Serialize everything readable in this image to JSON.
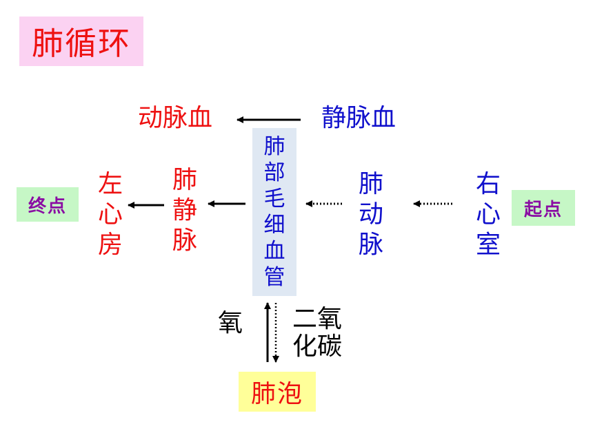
{
  "title": "肺循环",
  "top_row": {
    "left_label": "动脉血",
    "right_label": "静脉血"
  },
  "chain": {
    "end_badge": "终点",
    "left_atrium": [
      "左",
      "心",
      "房"
    ],
    "pulmonary_vein": [
      "肺",
      "静",
      "脉"
    ],
    "capillary": [
      "肺",
      "部",
      "毛",
      "细",
      "血",
      "管"
    ],
    "pulmonary_artery": [
      "肺",
      "动",
      "脉"
    ],
    "right_ventricle": [
      "右",
      "心",
      "室"
    ],
    "start_badge": "起点"
  },
  "exchange": {
    "oxygen_label": "氧",
    "co2_label_line1": "二氧",
    "co2_label_line2": "化碳",
    "alveolus": "肺泡"
  },
  "colors": {
    "title_red": "#ee1111",
    "blue_text": "#1010cc",
    "title_bg": "#fbd2f2",
    "badge_bg": "#c6f7c6",
    "badge_text": "#8a0ea3",
    "capillary_bg": "#dfe8f3",
    "alveolus_bg": "#ffff99"
  }
}
